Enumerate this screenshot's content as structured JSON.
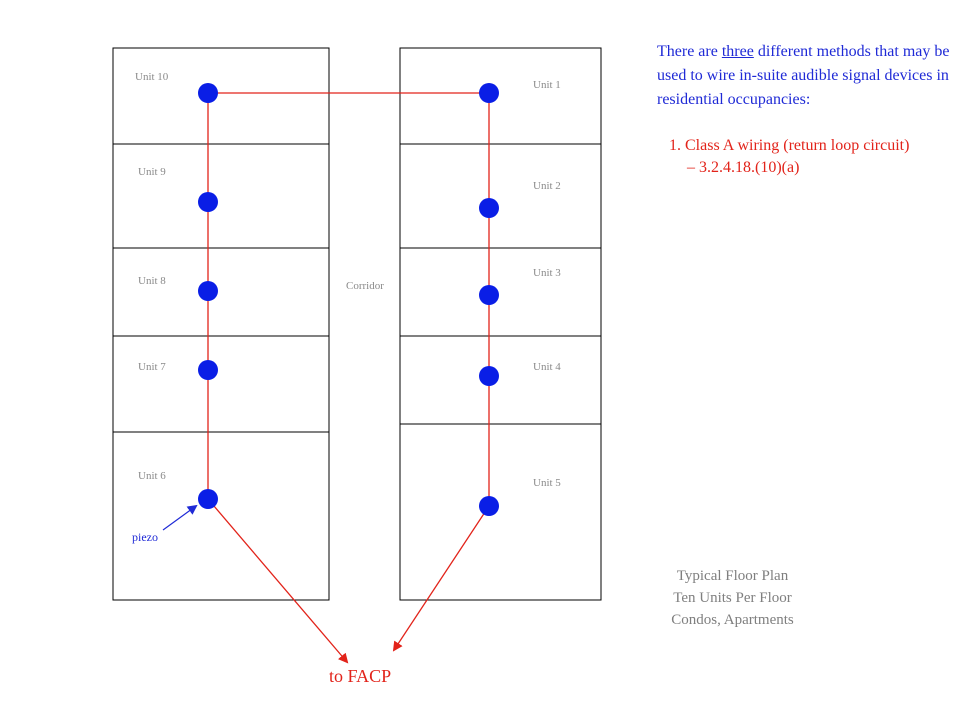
{
  "intro": {
    "before": "There are ",
    "emphasis": "three",
    "after": " different methods that may be used to wire in-suite audible signal devices in residential occupancies:"
  },
  "method_1": {
    "line1": "1. Class A wiring (return loop circuit)",
    "line2": "– 3.2.4.18.(10)(a)"
  },
  "caption": {
    "line1": "Typical Floor Plan",
    "line2": "Ten Units Per Floor",
    "line3": "Condos, Apartments"
  },
  "labels": {
    "corridor": "Corridor",
    "piezo": "piezo",
    "facp": "to FACP"
  },
  "units": {
    "left": [
      "Unit 10",
      "Unit 9",
      "Unit 8",
      "Unit 7",
      "Unit 6"
    ],
    "right": [
      "Unit 1",
      "Unit 2",
      "Unit 3",
      "Unit 4",
      "Unit 5"
    ]
  },
  "colors": {
    "device": "#0a1ee6",
    "wire": "#e2231a",
    "annotation_arrow": "#1f2ad6"
  }
}
